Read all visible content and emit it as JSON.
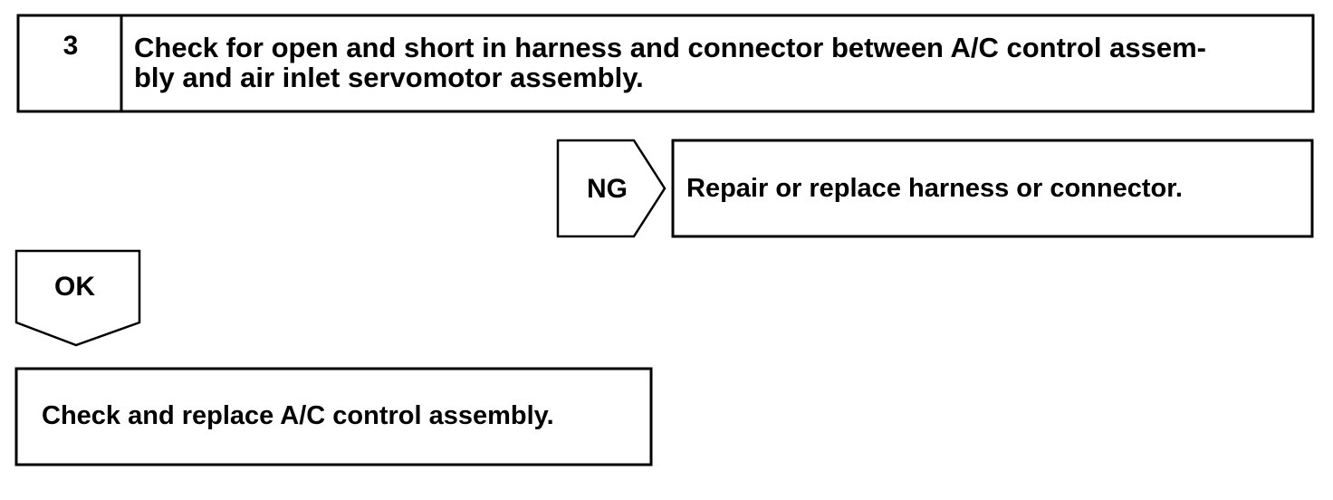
{
  "step": {
    "number": "3",
    "title_line1": "Check for open and short in harness and connector between A/C control assem-",
    "title_line2": "bly and air inlet servomotor assembly."
  },
  "ng_branch": {
    "label": "NG",
    "action": "Repair or replace harness or connector."
  },
  "ok_branch": {
    "label": "OK",
    "action": "Check and replace A/C control assembly."
  },
  "colors": {
    "line": "#000000",
    "background": "#ffffff"
  }
}
